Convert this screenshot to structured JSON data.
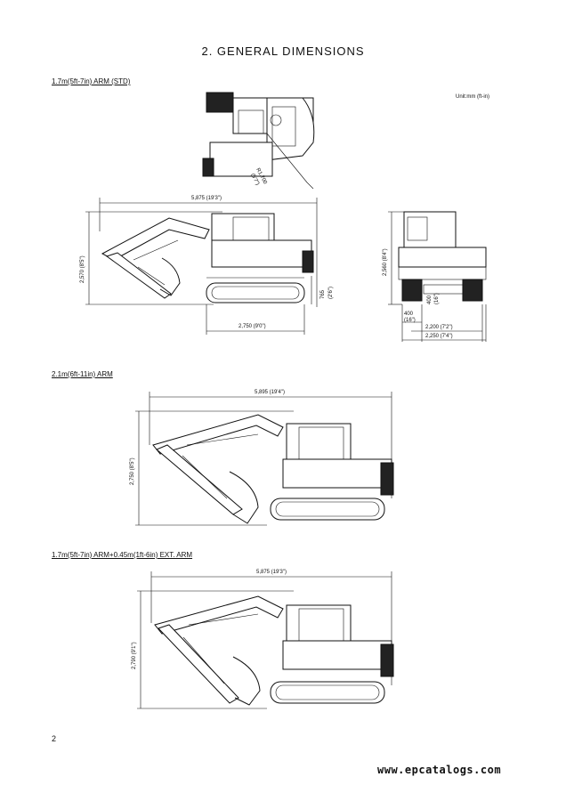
{
  "page": {
    "title": "2.   GENERAL DIMENSIONS",
    "units_note": "Unit:mm (ft-in)",
    "page_number": "2",
    "footer": "www.epcatalogs.com"
  },
  "sections": [
    {
      "label": "1.7m(5ft-7in) ARM (STD)",
      "dims": {
        "overall_length": "5,875 (19'3\")",
        "height": "2,570 (8'5\")",
        "tail_radius": "R1,700",
        "tail_radius_ft": "(5'7\")",
        "ground_clearance": "765",
        "ground_clearance_ft": "(2'6\")",
        "track_length": "2,750 (9'0\")",
        "cab_height": "2,560 (8'4\")",
        "shoe_width": "400",
        "shoe_width_ft": "(16\")",
        "shoe_height": "400",
        "shoe_height_ft": "(16\")",
        "track_gauge": "2,200 (7'2\")",
        "overall_width": "2,250 (7'4\")"
      }
    },
    {
      "label": "2.1m(6ft-11in) ARM",
      "dims": {
        "overall_length": "5,895 (19'4\")",
        "height": "2,750 (8'5\")"
      }
    },
    {
      "label": "1.7m(5ft-7in) ARM+0.45m(1ft-6in) EXT. ARM",
      "dims": {
        "overall_length": "5,875 (19'3\")",
        "height": "2,790 (9'1\")"
      }
    }
  ]
}
